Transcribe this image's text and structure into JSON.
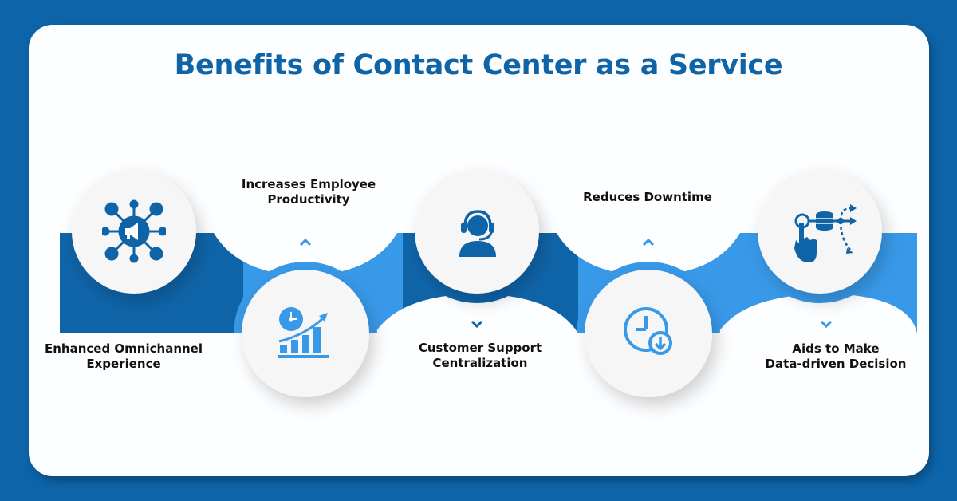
{
  "title": "Benefits of Contact Center as a Service",
  "colors": {
    "background": "#0d64a8",
    "dark_blue": "#0f64a8",
    "light_blue": "#3899e8",
    "card": "#fdfeff",
    "circle": "#f6f6f6"
  },
  "steps": [
    {
      "label_line1": "Enhanced Omnichannel",
      "label_line2": "Experience",
      "icon": "omnichannel-network-icon",
      "position": "top"
    },
    {
      "label_line1": "Increases Employee",
      "label_line2": "Productivity",
      "icon": "productivity-chart-clock-icon",
      "position": "bottom"
    },
    {
      "label_line1": "Customer Support",
      "label_line2": "Centralization",
      "icon": "support-agent-headset-icon",
      "position": "top"
    },
    {
      "label_line1": "Reduces Downtime",
      "label_line2": "",
      "icon": "clock-download-icon",
      "position": "bottom"
    },
    {
      "label_line1": "Aids to Make",
      "label_line2": "Data-driven Decision",
      "icon": "data-decision-icon",
      "position": "top"
    }
  ]
}
